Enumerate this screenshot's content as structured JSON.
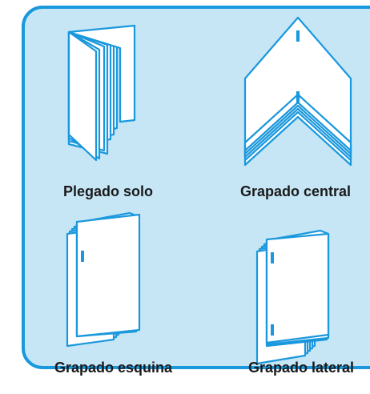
{
  "colors": {
    "panel_fill": "#c6e6f6",
    "accent_stroke": "#1a98dd",
    "page_fill": "#ffffff",
    "text": "#1a1a1a"
  },
  "options": [
    {
      "label": "Plegado solo",
      "icon": "folded-booklet-icon"
    },
    {
      "label": "Grapado central",
      "icon": "center-stapled-booklet-icon"
    },
    {
      "label": "Grapado esquina",
      "icon": "corner-stapled-pages-icon"
    },
    {
      "label": "Grapado lateral",
      "icon": "side-stapled-pages-icon"
    }
  ]
}
